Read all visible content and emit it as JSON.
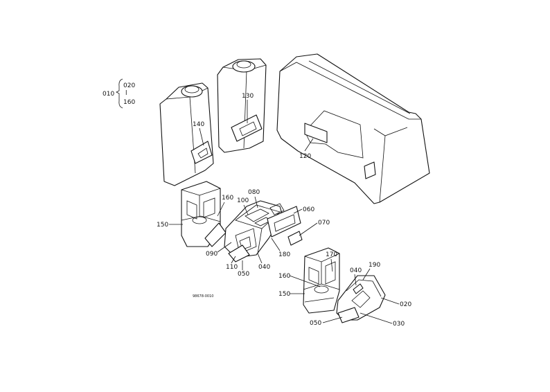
{
  "group_label": {
    "main": "010",
    "range_start": "020",
    "range_sep": "l",
    "range_end": "160"
  },
  "labels": {
    "l140": "140",
    "l130": "130",
    "l120": "120",
    "l080": "080",
    "l100": "100",
    "l160a": "160",
    "l150a": "150",
    "l060": "060",
    "l070": "070",
    "l090": "090",
    "l110": "110",
    "l050a": "050",
    "l040a": "040",
    "l180": "180",
    "l170": "170",
    "l040b": "040",
    "l190": "190",
    "l160b": "160",
    "l150b": "150",
    "l020": "020",
    "l050b": "050",
    "l030": "030"
  },
  "drawing_code": "98678-0010"
}
